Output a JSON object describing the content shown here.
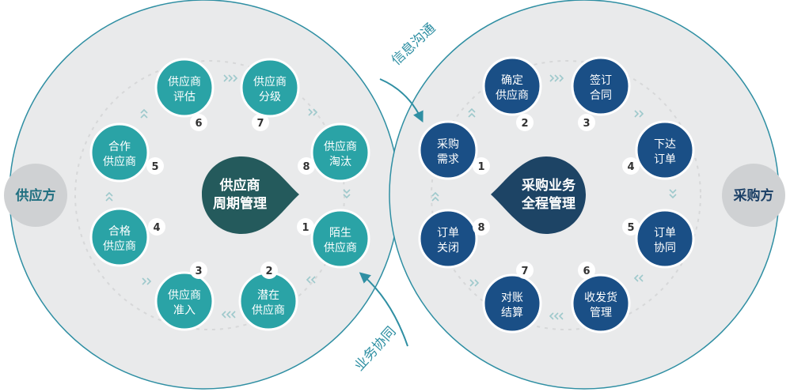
{
  "left_cycle": {
    "center": [
      "供应商",
      "周期管理"
    ],
    "steps": [
      {
        "num": "1",
        "lines": [
          "陌生",
          "供应商"
        ]
      },
      {
        "num": "2",
        "lines": [
          "潜在",
          "供应商"
        ]
      },
      {
        "num": "3",
        "lines": [
          "供应商",
          "准入"
        ]
      },
      {
        "num": "4",
        "lines": [
          "合格",
          "供应商"
        ]
      },
      {
        "num": "5",
        "lines": [
          "合作",
          "供应商"
        ]
      },
      {
        "num": "6",
        "lines": [
          "供应商",
          "评估"
        ]
      },
      {
        "num": "7",
        "lines": [
          "供应商",
          "分级"
        ]
      },
      {
        "num": "8",
        "lines": [
          "供应商",
          "淘汰"
        ]
      }
    ]
  },
  "right_cycle": {
    "center": [
      "采购业务",
      "全程管理"
    ],
    "steps": [
      {
        "num": "1",
        "lines": [
          "采购",
          "需求"
        ]
      },
      {
        "num": "2",
        "lines": [
          "确定",
          "供应商"
        ]
      },
      {
        "num": "3",
        "lines": [
          "签订",
          "合同"
        ]
      },
      {
        "num": "4",
        "lines": [
          "下达",
          "订单"
        ]
      },
      {
        "num": "5",
        "lines": [
          "订单",
          "协同"
        ]
      },
      {
        "num": "6",
        "lines": [
          "收发货",
          "管理"
        ]
      },
      {
        "num": "7",
        "lines": [
          "对账",
          "结算"
        ]
      },
      {
        "num": "8",
        "lines": [
          "订单",
          "关闭"
        ]
      }
    ]
  },
  "left_party": "供应方",
  "right_party": "采购方",
  "flow_top": "信息沟通",
  "flow_bottom": "业务协同",
  "colors": {
    "left_node": "#2aa3a6",
    "right_node": "#1a4f86",
    "left_center": "#245a5c",
    "right_center": "#1d4465",
    "ring_bg": "#e9eaeb",
    "accent": "#2f8fa3",
    "party_bg": "#cfd1d3"
  }
}
